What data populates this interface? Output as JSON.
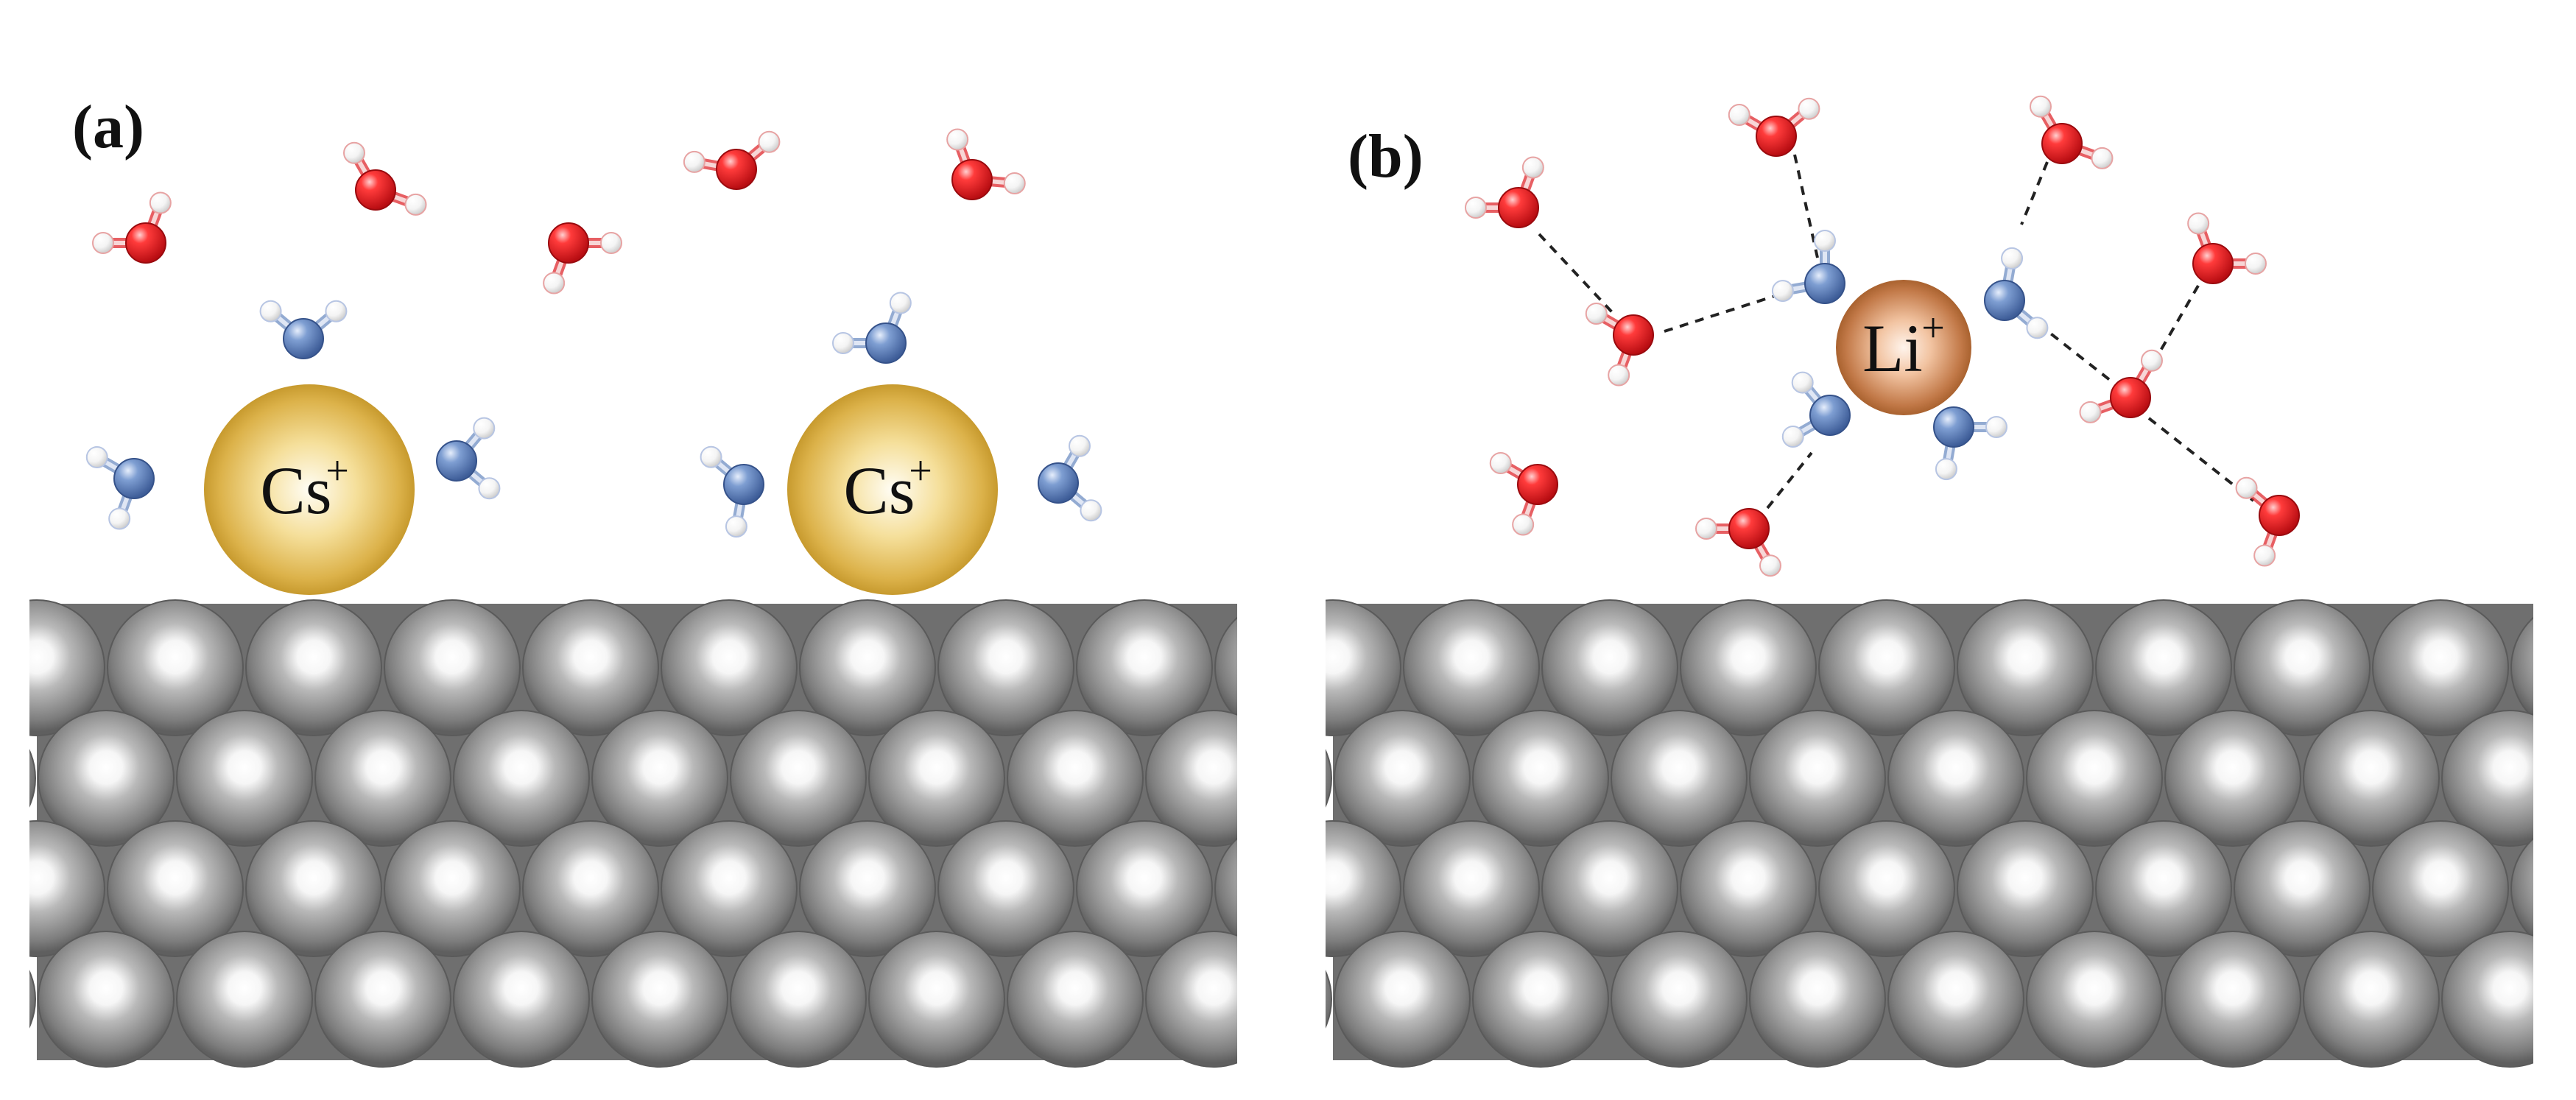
{
  "panels": [
    {
      "label": "(a)",
      "ions": [
        {
          "symbol": "Cs",
          "charge": "+"
        },
        {
          "symbol": "Cs",
          "charge": "+"
        }
      ]
    },
    {
      "label": "(b)",
      "ions": [
        {
          "symbol": "Li",
          "charge": "+"
        }
      ]
    }
  ],
  "colors": {
    "oxygen": "#e8232b",
    "nitrogen": "#6f8fc4",
    "hydrogen": "#f1f1f1",
    "cesium": "#e0b645",
    "lithium": "#c97b50",
    "metal_surface": "#a3a3a3",
    "hbond": "#222222"
  }
}
